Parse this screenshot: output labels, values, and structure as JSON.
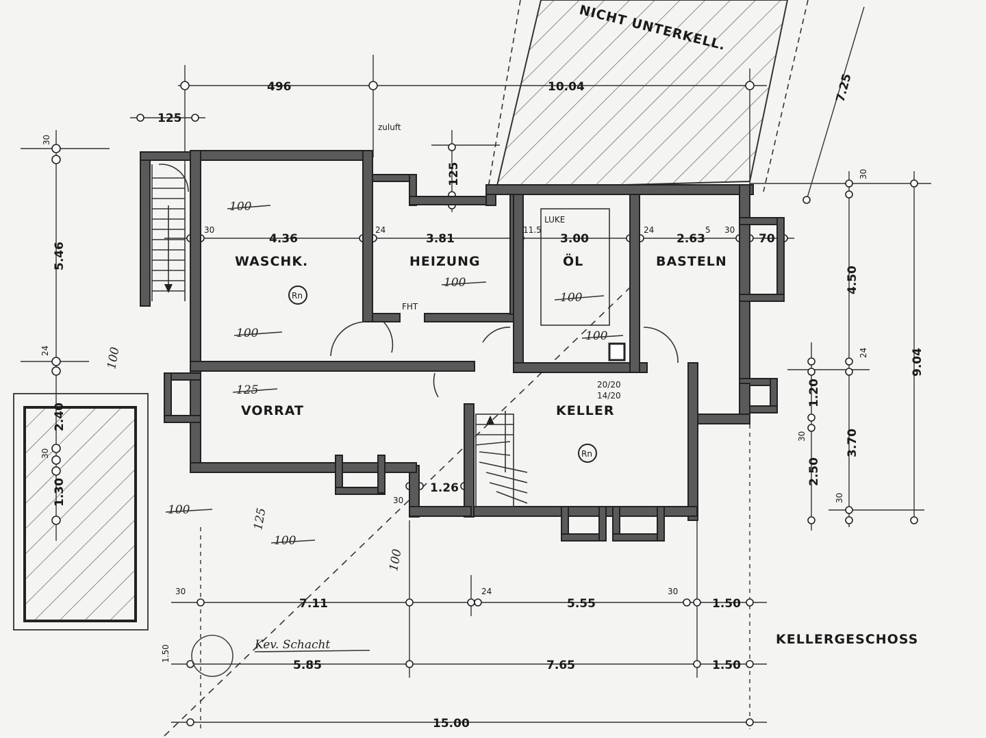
{
  "title": "KELLERGESCHOSS",
  "outside_label": "NICHT UNTERKELL.",
  "rooms": {
    "waschk": "WASCHK.",
    "heizung": "HEIZUNG",
    "oel": "ÖL",
    "basteln": "BASTELN",
    "vorrat": "VORRAT",
    "keller": "KELLER"
  },
  "notes": {
    "zuluft": "zuluft",
    "fht": "FHT",
    "luke": "LUKE",
    "rn1": "Rn",
    "rn2": "Rn",
    "chimney1": "20/20",
    "chimney2": "14/20",
    "hand_schacht": "Kev. Schacht"
  },
  "dimensions": {
    "top_496": "496",
    "top_1004": "10.04",
    "top_125": "125",
    "top_725": "7.25",
    "vert_125": "125",
    "room_436": "4.36",
    "room_381": "3.81",
    "room_300": "3.00",
    "room_263": "2.63",
    "room_5": "5",
    "room_70": "70",
    "wall_24a": "24",
    "wall_115": "11.5",
    "wall_24b": "24",
    "wall_30a": "30",
    "wall_30b": "30",
    "left_546": "5.46",
    "left_24": "24",
    "left_30top": "30",
    "left_240": "2.40",
    "left_30": "30",
    "left_130": "1.30",
    "left_150": "1.50",
    "mid_126": "1.26",
    "mid_30": "30",
    "right_450": "4.50",
    "right_904": "9.04",
    "right_24": "24",
    "right_120": "1.20",
    "right_30a": "30",
    "right_370": "3.70",
    "right_250": "2.50",
    "right_30b": "30",
    "right_30top": "30",
    "bottom_30a": "30",
    "bottom_711": "7.11",
    "bottom_24": "24",
    "bottom_555": "5.55",
    "bottom_30b": "30",
    "bottom_150a": "1.50",
    "bottom_585": "5.85",
    "bottom_765": "7.65",
    "bottom_150b": "1.50",
    "bottom_1500": "15.00"
  },
  "levels": {
    "l1": "100",
    "l2": "100",
    "l3": "100",
    "l4": "100",
    "l5": "100",
    "l6": "100",
    "l7": "125",
    "l8": "100",
    "l9": "125",
    "l10": "100",
    "l11": "100"
  }
}
